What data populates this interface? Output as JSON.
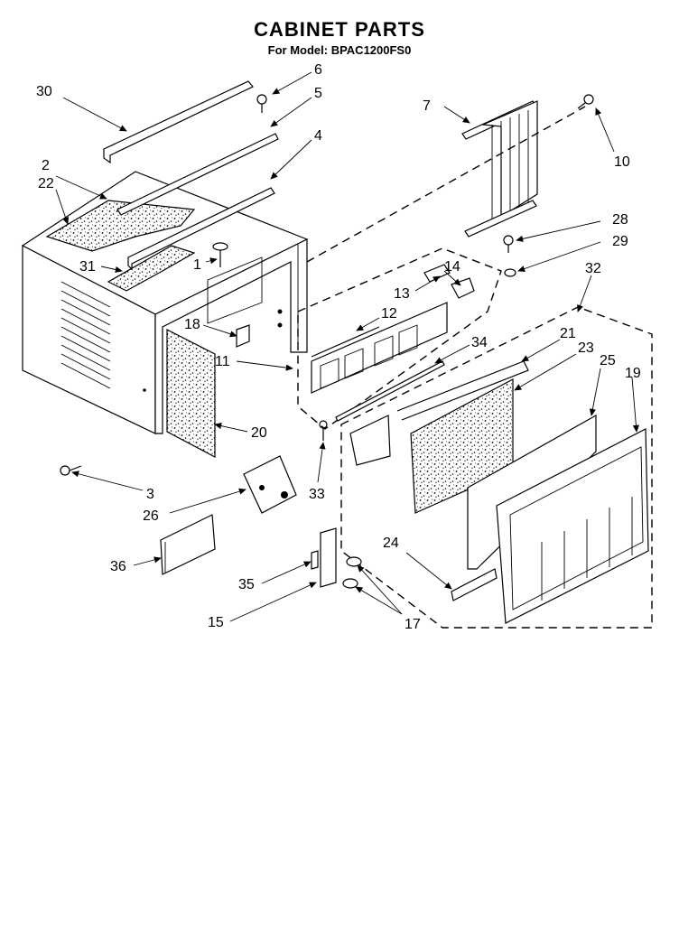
{
  "diagram": {
    "title": "CABINET PARTS",
    "subtitle": "For Model: BPAC1200FS0",
    "callouts": [
      {
        "id": "c30",
        "label": "30"
      },
      {
        "id": "c6",
        "label": "6"
      },
      {
        "id": "c5",
        "label": "5"
      },
      {
        "id": "c7",
        "label": "7"
      },
      {
        "id": "c10",
        "label": "10"
      },
      {
        "id": "c4",
        "label": "4"
      },
      {
        "id": "c2",
        "label": "2"
      },
      {
        "id": "c22",
        "label": "22"
      },
      {
        "id": "c28",
        "label": "28"
      },
      {
        "id": "c29",
        "label": "29"
      },
      {
        "id": "c14",
        "label": "14"
      },
      {
        "id": "c32",
        "label": "32"
      },
      {
        "id": "c31",
        "label": "31"
      },
      {
        "id": "c1",
        "label": "1"
      },
      {
        "id": "c13",
        "label": "13"
      },
      {
        "id": "c12",
        "label": "12"
      },
      {
        "id": "c18",
        "label": "18"
      },
      {
        "id": "c21",
        "label": "21"
      },
      {
        "id": "c34",
        "label": "34"
      },
      {
        "id": "c23",
        "label": "23"
      },
      {
        "id": "c11",
        "label": "11"
      },
      {
        "id": "c25",
        "label": "25"
      },
      {
        "id": "c19",
        "label": "19"
      },
      {
        "id": "c20",
        "label": "20"
      },
      {
        "id": "c33",
        "label": "33"
      },
      {
        "id": "c3",
        "label": "3"
      },
      {
        "id": "c26",
        "label": "26"
      },
      {
        "id": "c24",
        "label": "24"
      },
      {
        "id": "c36",
        "label": "36"
      },
      {
        "id": "c35",
        "label": "35"
      },
      {
        "id": "c15",
        "label": "15"
      },
      {
        "id": "c17",
        "label": "17"
      }
    ]
  }
}
